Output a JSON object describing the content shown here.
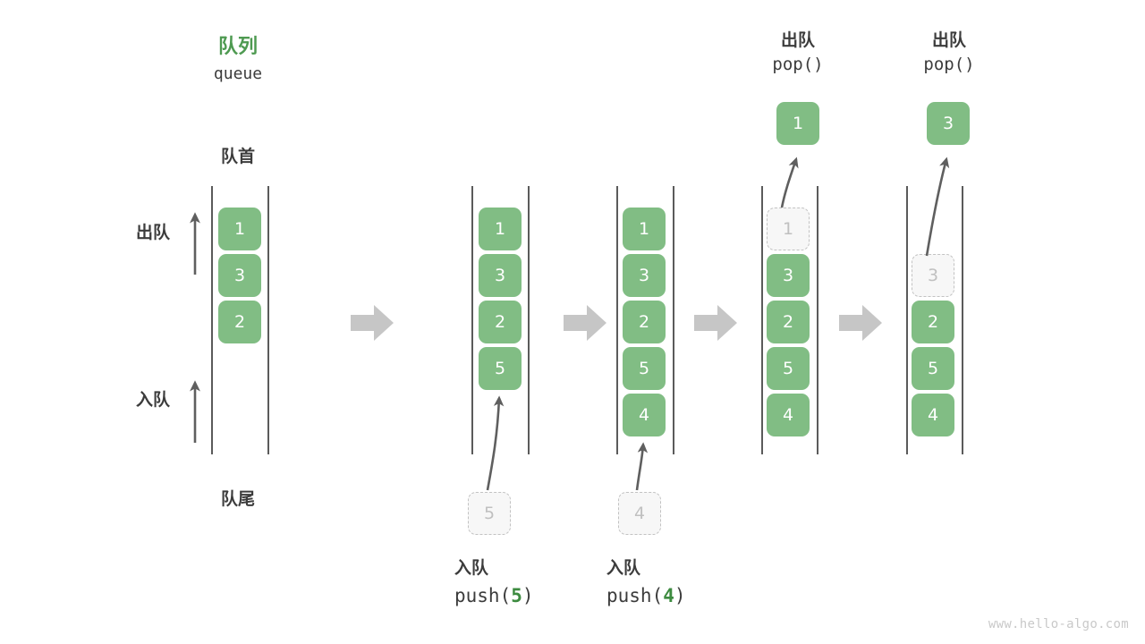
{
  "diagram": {
    "title_cn": "队列",
    "title_en": "queue",
    "head_label": "队首",
    "tail_label": "队尾",
    "side_labels": {
      "pop": "出队",
      "push": "入队"
    },
    "watermark": "www.hello-algo.com",
    "colors": {
      "cell_green": "#81bd84",
      "title_green": "#4e9a51",
      "arg_green": "#3d8b40",
      "ghost_fill": "#f7f7f7",
      "ghost_border": "#c2c2c2",
      "ghost_text": "#c0c0c0",
      "rail": "#5b5b5b",
      "step_arrow": "#c6c6c6",
      "curve_arrow": "#5f5f5f",
      "text": "#3c3c3c",
      "watermark": "#c9c9c9"
    }
  },
  "columns": [
    {
      "id": "initial",
      "cells": [
        "1",
        "3",
        "2"
      ],
      "ghost_index": null,
      "caption_cn": null,
      "caption_code": null,
      "popped_value": null
    },
    {
      "id": "push-5",
      "cells": [
        "1",
        "3",
        "2",
        "5"
      ],
      "ghost_index": null,
      "incoming_value": "5",
      "caption_cn": "入队",
      "caption_code_prefix": "push(",
      "caption_code_arg": "5",
      "caption_code_suffix": ")",
      "popped_value": null
    },
    {
      "id": "push-4",
      "cells": [
        "1",
        "3",
        "2",
        "5",
        "4"
      ],
      "ghost_index": null,
      "incoming_value": "4",
      "caption_cn": "入队",
      "caption_code_prefix": "push(",
      "caption_code_arg": "4",
      "caption_code_suffix": ")",
      "popped_value": null
    },
    {
      "id": "pop-1",
      "cells": [
        "1",
        "3",
        "2",
        "5",
        "4"
      ],
      "ghost_index": 0,
      "caption_cn": "出队",
      "caption_code_prefix": "pop(",
      "caption_code_arg": "",
      "caption_code_suffix": ")",
      "popped_value": "1"
    },
    {
      "id": "pop-3",
      "cells": [
        "3",
        "2",
        "5",
        "4"
      ],
      "ghost_index": 0,
      "caption_cn": "出队",
      "caption_code_prefix": "pop(",
      "caption_code_arg": "",
      "caption_code_suffix": ")",
      "popped_value": "3"
    }
  ],
  "step_arrows": 4
}
